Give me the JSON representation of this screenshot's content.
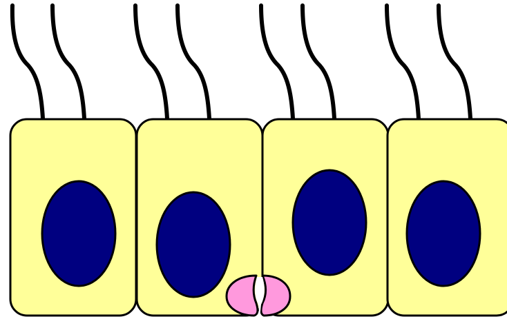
{
  "colors": {
    "background": "#ffffff",
    "cytoplasm": "#ffff99",
    "nucleus": "#000080",
    "outline": "#000000",
    "cilia": "#000000",
    "junction": "#ff99dd"
  },
  "diagram": {
    "subject": "epithelial-cells-with-cilia",
    "cells": [
      {
        "id": "cell-1",
        "cilia_count": 2,
        "has_nucleus": true
      },
      {
        "id": "cell-2",
        "cilia_count": 2,
        "has_nucleus": true
      },
      {
        "id": "cell-3",
        "cilia_count": 2,
        "has_nucleus": true
      },
      {
        "id": "cell-4",
        "cilia_count": 2,
        "has_nucleus": true
      }
    ],
    "junctions": [
      {
        "id": "junction-1",
        "between": [
          "cell-2",
          "cell-3"
        ]
      }
    ]
  }
}
